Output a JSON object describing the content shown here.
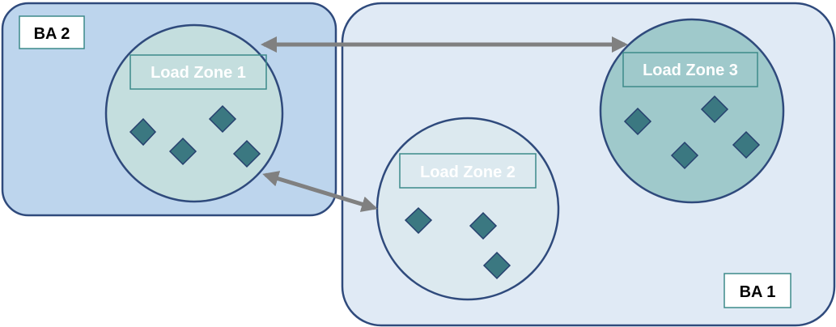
{
  "colors": {
    "ba_border": "#2f4a7c",
    "ba2_fill": "#bdd5ed",
    "ba1_fill": "#e0eaf5",
    "zone1_fill": "#c4dede",
    "zone2_fill": "#dce9ef",
    "zone3_fill": "#9fc9cb",
    "zone_label_border": "#3d8a8a",
    "zone_label_text": "#ffffff",
    "node_fill": "#3b7881",
    "node_stroke": "#26406e",
    "arrow": "#808080",
    "ba_label_text": "#000000"
  },
  "balancing_areas": [
    {
      "label": "BA 2"
    },
    {
      "label": "BA 1"
    }
  ],
  "load_zones": [
    {
      "label": "Load Zone 1",
      "node_count": 4
    },
    {
      "label": "Load Zone 2",
      "node_count": 3
    },
    {
      "label": "Load Zone 3",
      "node_count": 4
    }
  ],
  "connections": [
    {
      "from": "Load Zone 1",
      "to": "Load Zone 3",
      "bidirectional": true
    },
    {
      "from": "Load Zone 1",
      "to": "Load Zone 2",
      "bidirectional": true
    }
  ]
}
